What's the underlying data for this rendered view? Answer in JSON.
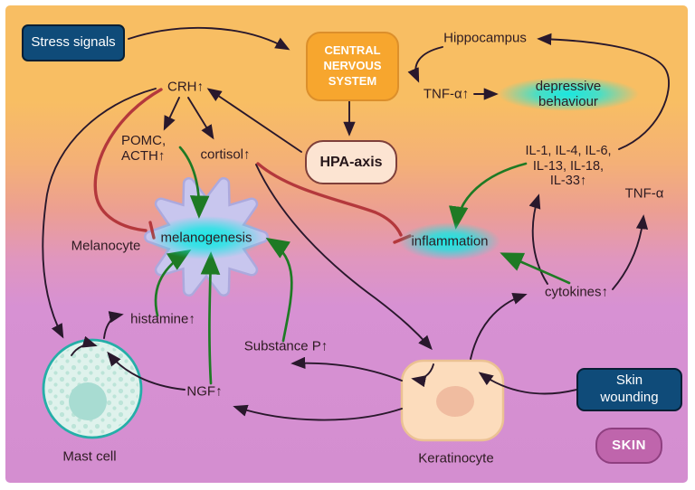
{
  "boxes": {
    "stress_signals": "Stress signals",
    "cns": "CENTRAL\nNERVOUS\nSYSTEM",
    "hpa": "HPA-axis",
    "skin_wounding": "Skin\nwounding",
    "skin_badge": "SKIN"
  },
  "labels": {
    "hippocampus": "Hippocampus",
    "tnf_up": "TNF-α↑",
    "depressive": "depressive behaviour",
    "crh": "CRH↑",
    "pomc_acth": "POMC,\nACTH↑",
    "cortisol": "cortisol↑",
    "il_list": "IL-1, IL-4, IL-6,\nIL-13, IL-18,\nIL-33↑",
    "tnf": "TNF-α",
    "melanocyte": "Melanocyte",
    "melanogenesis": "melanogenesis",
    "inflammation": "inflammation",
    "cytokines": "cytokines↑",
    "histamine": "histamine↑",
    "substance_p": "Substance P↑",
    "ngf": "NGF↑",
    "mast_cell": "Mast cell",
    "keratinocyte": "Keratinocyte"
  },
  "colors": {
    "bg_top_orange": "#F8BE63",
    "bg_bottom_orchid": "#D48ED0",
    "navy_box": "#0F4B79",
    "cns_orange": "#F7A62E",
    "hpa_cream": "#FCE4D2",
    "hpa_border": "#7E3F3A",
    "skin_badge_purple": "#BF65AC",
    "glow_cyan": "#12E8E4",
    "arrow_black": "#29182C",
    "arrow_green": "#1E7A24",
    "inhibit_red": "#B4383C",
    "mast_cell_teal": "#25AEA8",
    "mast_cell_fill": "#DFF2EC",
    "keratinocyte_peach": "#FCDCBC",
    "melanocyte_lavender": "#C8C6EE"
  }
}
